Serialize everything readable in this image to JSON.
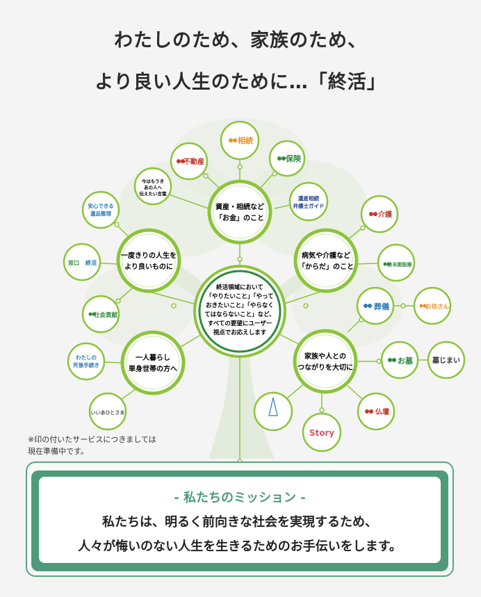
{
  "title": {
    "line1": "わたしのため、家族のため、",
    "line2": "より良い人生のために…「終活」"
  },
  "center": [
    "終活領域において",
    "「やりたいこと」「やって",
    "おきたいこと」「やらなく",
    "てはならないこと」など、",
    "すべての要望にユーザー",
    "視点でお応えします"
  ],
  "hubs": {
    "money": [
      "資産・相続など",
      "「お金」のこと"
    ],
    "life": [
      "一度きりの人生を",
      "より良いものに"
    ],
    "body": [
      "病気や介護など",
      "「からだ」のこと"
    ],
    "single": [
      "一人暮らし",
      "単身世帯の方へ"
    ],
    "family": [
      "家族や人との",
      "つながりを大切に"
    ]
  },
  "services": {
    "souzoku": "相続",
    "hoken": "保険",
    "fudousan": "不動産",
    "kotoba": [
      "今はもうき",
      "あの人へ",
      "伝えたい言葉"
    ],
    "bengoshi": [
      "遺産相続",
      "弁護士ガイド"
    ],
    "anshin": [
      "安心できる",
      "遺品整理"
    ],
    "kaigo": "介護",
    "mado": "窓口",
    "mado2": "終活",
    "kyotaku": "終末期医療",
    "shakai": "社会貢献",
    "sougi": "葬儀",
    "obousan": "お坊さん",
    "ohaka": "お墓",
    "hakajimai": "墓じまい",
    "shigo": [
      "わたしの",
      "死後手続き"
    ],
    "butsudan": "仏壇",
    "story": "Story",
    "ihai": "いいあひとさま"
  },
  "note": [
    "※印の付いたサービスにつきましては",
    "現在準備中です。"
  ],
  "mission": {
    "heading": "- 私たちのミッション -",
    "line1": "私たちは、明るく前向きな社会を実現するため、",
    "line2": "人々が悔いのない人生を生きるためのお手伝いをします。"
  },
  "colors": {
    "green": "#8cc43a",
    "dark_green": "#2f8a3e",
    "mission": "#4e9a7b",
    "red": "#c0392b"
  }
}
